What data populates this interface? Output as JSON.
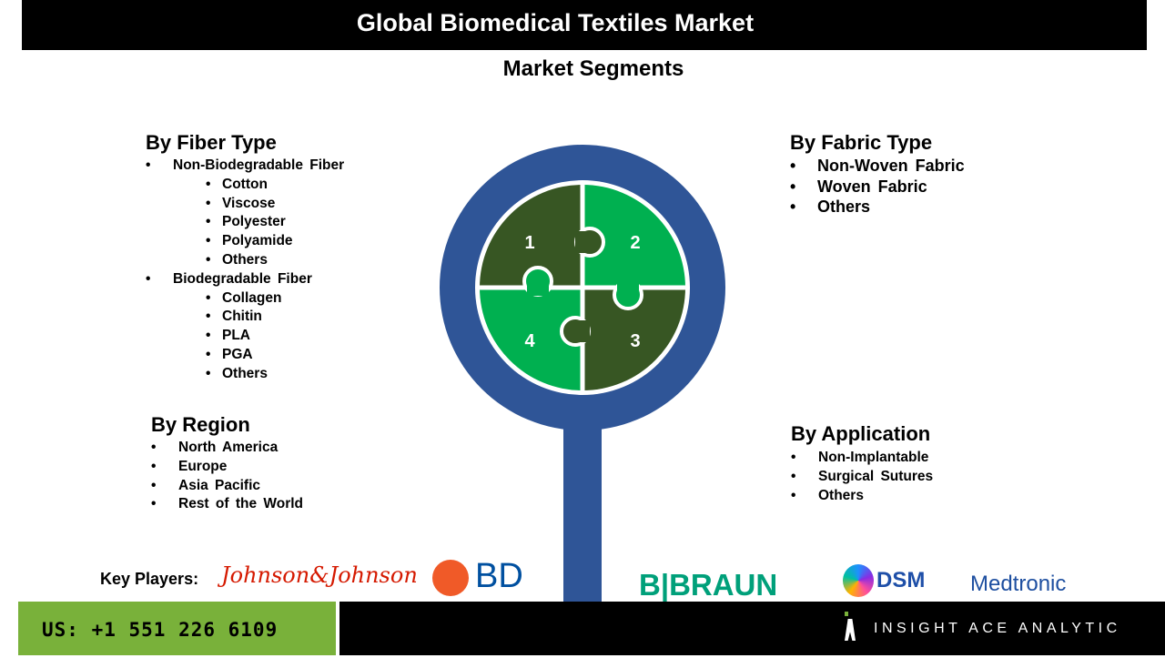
{
  "header": {
    "title": "Global Biomedical Textiles Market",
    "subtitle": "Market Segments"
  },
  "segments": {
    "fiber": {
      "title": "By Fiber Type",
      "items": [
        {
          "label": "Non-Biodegradable  Fiber",
          "level": 1
        },
        {
          "label": "Cotton",
          "level": 2
        },
        {
          "label": "Viscose",
          "level": 2
        },
        {
          "label": "Polyester",
          "level": 2
        },
        {
          "label": "Polyamide",
          "level": 2
        },
        {
          "label": "Others",
          "level": 2
        },
        {
          "label": "Biodegradable  Fiber",
          "level": 1
        },
        {
          "label": "Collagen",
          "level": 2
        },
        {
          "label": "Chitin",
          "level": 2
        },
        {
          "label": "PLA",
          "level": 2
        },
        {
          "label": "PGA",
          "level": 2
        },
        {
          "label": "Others",
          "level": 2
        }
      ]
    },
    "fabric": {
      "title": "By Fabric Type",
      "items": [
        "Non-Woven Fabric",
        "Woven Fabric",
        "Others"
      ]
    },
    "region": {
      "title": "By Region",
      "items": [
        "North America",
        "Europe",
        "Asia  Pacific",
        "Rest of the World"
      ]
    },
    "application": {
      "title": "By Application",
      "items": [
        "Non-Implantable",
        "Surgical  Sutures",
        "Others"
      ]
    }
  },
  "puzzle": {
    "pieces": [
      "1",
      "2",
      "3",
      "4"
    ],
    "colors": {
      "ring": "#2f5597",
      "dark": "#375623",
      "green": "#00b050"
    }
  },
  "key_players": {
    "label": "Key Players:",
    "logos": [
      "Johnson&Johnson",
      "BD",
      "B|BRAUN",
      "DSM",
      "Medtronic"
    ]
  },
  "footer": {
    "phone": "US: +1 551 226 6109",
    "brand": "INSIGHT ACE ANALYTIC"
  }
}
